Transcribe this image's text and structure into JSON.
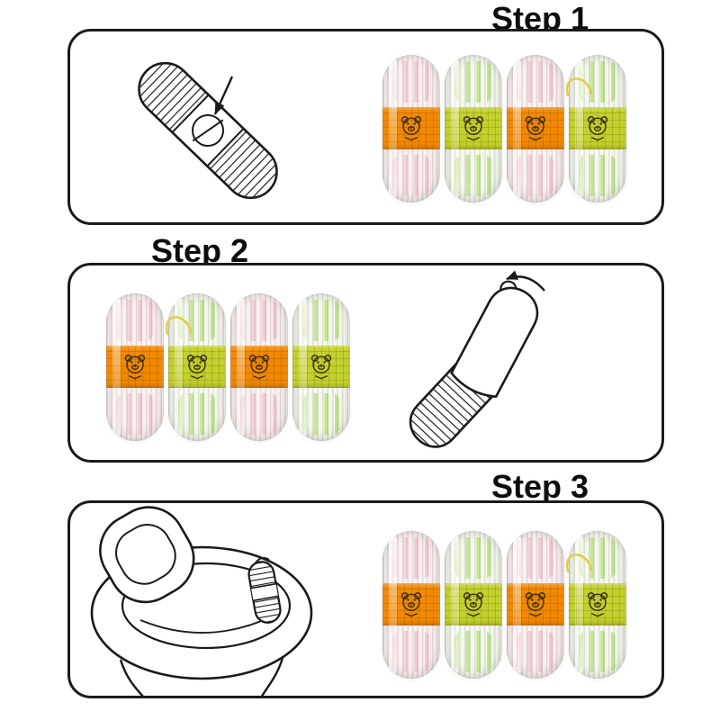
{
  "steps": [
    {
      "label": "Step 1",
      "illustration": "capsule-open-diagram",
      "capsules": [
        {
          "band": "orange",
          "string": false
        },
        {
          "band": "green",
          "string": false
        },
        {
          "band": "orange",
          "string": false
        },
        {
          "band": "green",
          "string": true
        }
      ]
    },
    {
      "label": "Step 2",
      "illustration": "capsule-twist-diagram",
      "capsules": [
        {
          "band": "orange",
          "string": false
        },
        {
          "band": "green",
          "string": true
        },
        {
          "band": "orange",
          "string": false
        },
        {
          "band": "green",
          "string": false
        }
      ]
    },
    {
      "label": "Step 3",
      "illustration": "toilet-hang-diagram",
      "capsules": [
        {
          "band": "orange",
          "string": false
        },
        {
          "band": "green",
          "string": false
        },
        {
          "band": "orange",
          "string": false
        },
        {
          "band": "green",
          "string": true
        }
      ]
    }
  ],
  "colors": {
    "outline": "#1a1a1a",
    "panel_border": "#1a1a1a",
    "band_orange": "#f28900",
    "band_green": "#c2d12c",
    "stick_pink": "#f0b3c2",
    "stick_green": "#9fdd55",
    "string_yellow": "#ddcf4a"
  }
}
